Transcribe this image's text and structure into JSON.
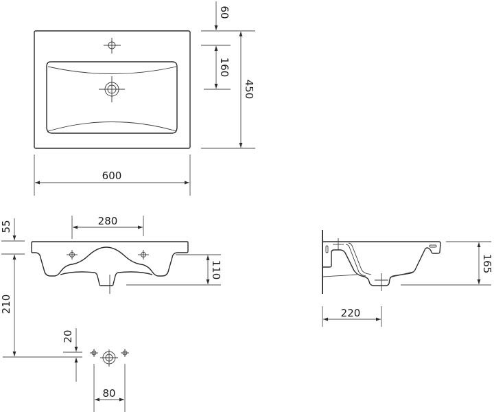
{
  "drawing": {
    "title": "Washbasin technical drawing",
    "units": "mm",
    "colors": {
      "line": "#2b2b2b",
      "background": "#ffffff"
    }
  },
  "views": {
    "top": {
      "dimensions": {
        "width": "600",
        "depth": "450",
        "tap_hole_offset": "60",
        "tap_to_drain": "160"
      }
    },
    "front": {
      "dimensions": {
        "bracket_spacing": "280",
        "rim_thickness": "55",
        "bowl_depth": "110",
        "waste_height": "210",
        "fixing_offset": "20",
        "fixing_spacing": "80"
      }
    },
    "side": {
      "dimensions": {
        "height": "165",
        "drain_from_wall": "220"
      }
    }
  }
}
